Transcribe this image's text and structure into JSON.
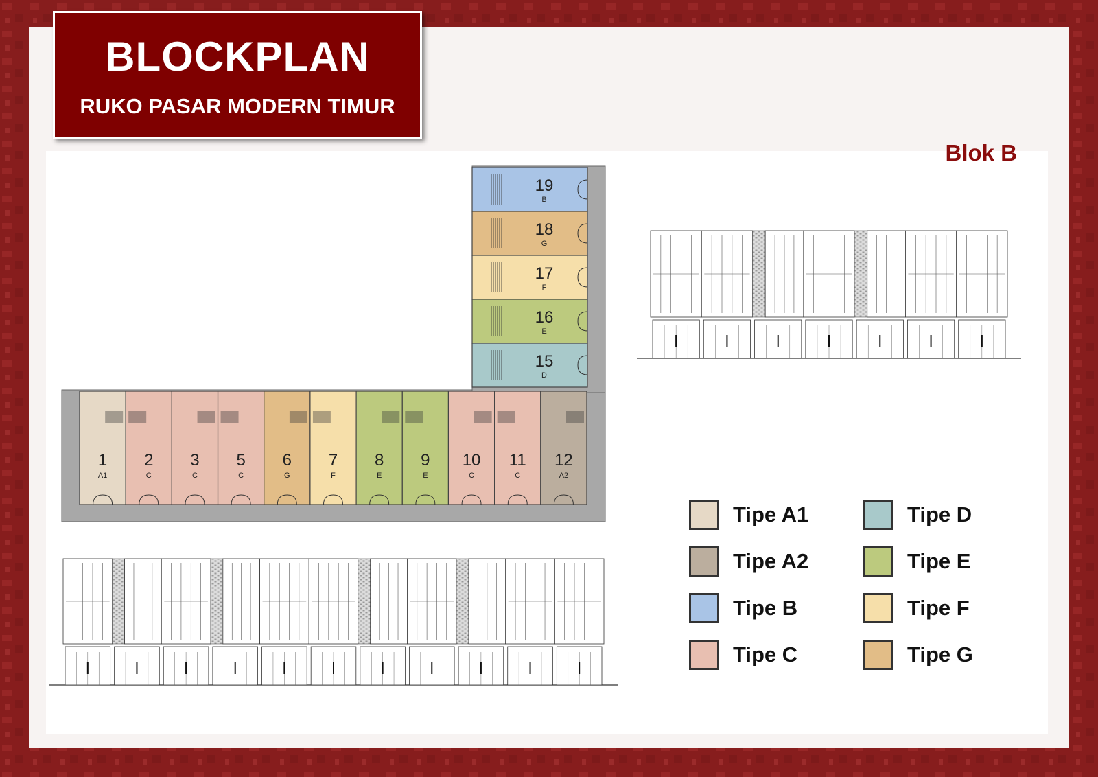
{
  "header": {
    "title": "BLOCKPLAN",
    "subtitle": "RUKO PASAR MODERN TIMUR"
  },
  "block_label": "Blok B",
  "colors": {
    "frame": "#8e2020",
    "title_box": "#7f0000",
    "block_label": "#8b0d0d",
    "road": "#a8a8a8"
  },
  "types": {
    "A1": {
      "label": "Tipe A1",
      "color": "#e6d9c6"
    },
    "A2": {
      "label": "Tipe A2",
      "color": "#bbae9e"
    },
    "B": {
      "label": "Tipe B",
      "color": "#a9c4e6"
    },
    "C": {
      "label": "Tipe C",
      "color": "#e8bfb1"
    },
    "D": {
      "label": "Tipe D",
      "color": "#a8c9ca"
    },
    "E": {
      "label": "Tipe E",
      "color": "#bcca7e"
    },
    "F": {
      "label": "Tipe F",
      "color": "#f6dfaa"
    },
    "G": {
      "label": "Tipe G",
      "color": "#e2bd87"
    }
  },
  "legend": [
    {
      "key": "A1",
      "label": "Tipe A1"
    },
    {
      "key": "A2",
      "label": "Tipe A2"
    },
    {
      "key": "B",
      "label": "Tipe B"
    },
    {
      "key": "C",
      "label": "Tipe C"
    },
    {
      "key": "D",
      "label": "Tipe D"
    },
    {
      "key": "E",
      "label": "Tipe E"
    },
    {
      "key": "F",
      "label": "Tipe F"
    },
    {
      "key": "G",
      "label": "Tipe G"
    }
  ],
  "bottom_row_units": [
    {
      "number": "1",
      "type": "A1"
    },
    {
      "number": "2",
      "type": "C"
    },
    {
      "number": "3",
      "type": "C"
    },
    {
      "number": "5",
      "type": "C"
    },
    {
      "number": "6",
      "type": "G"
    },
    {
      "number": "7",
      "type": "F"
    },
    {
      "number": "8",
      "type": "E"
    },
    {
      "number": "9",
      "type": "E"
    },
    {
      "number": "10",
      "type": "C"
    },
    {
      "number": "11",
      "type": "C"
    },
    {
      "number": "12",
      "type": "A2"
    }
  ],
  "vertical_units": [
    {
      "number": "19",
      "type": "B"
    },
    {
      "number": "18",
      "type": "G"
    },
    {
      "number": "17",
      "type": "F"
    },
    {
      "number": "16",
      "type": "E"
    },
    {
      "number": "15",
      "type": "D"
    }
  ]
}
